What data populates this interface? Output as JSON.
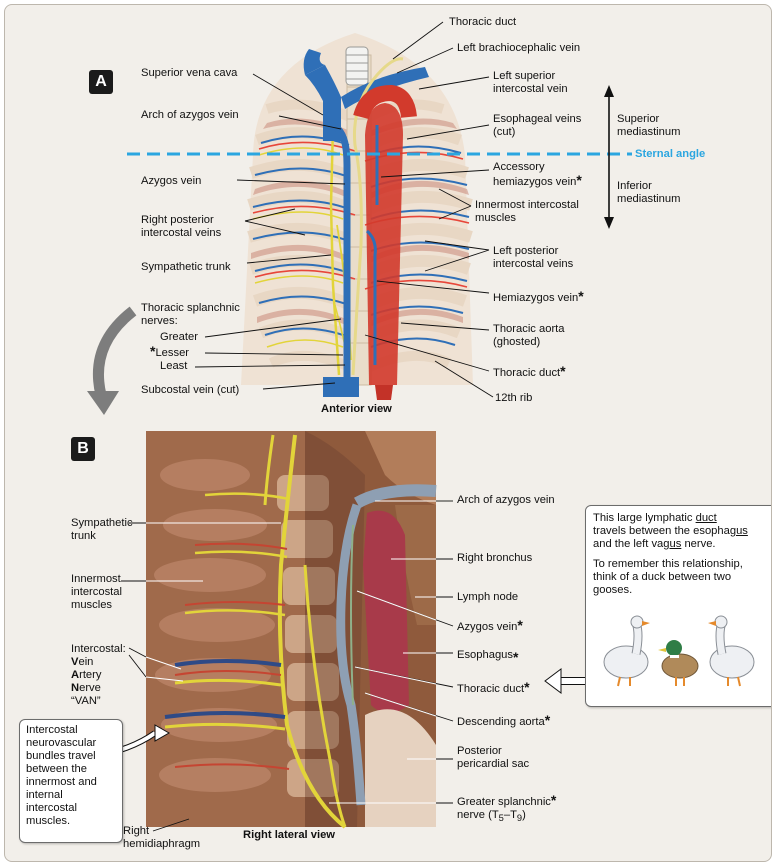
{
  "panel_a": {
    "badge": "A",
    "caption": "Anterior view",
    "labels": {
      "thoracic_duct_top": "Thoracic duct",
      "left_brachiocephalic_vein": "Left brachiocephalic vein",
      "superior_vena_cava": "Superior vena cava",
      "left_superior_intercostal_vein": [
        "Left superior",
        "intercostal vein"
      ],
      "arch_of_azygos_vein": "Arch of azygos vein",
      "esophageal_veins": [
        "Esophageal veins",
        "(cut)"
      ],
      "superior_mediastinum": [
        "Superior",
        "mediastinum"
      ],
      "sternal_angle": "Sternal angle",
      "accessory_hemiazygos_vein": [
        "Accessory",
        "hemiazygos vein"
      ],
      "azygos_vein": "Azygos vein",
      "inferior_mediastinum": [
        "Inferior",
        "mediastinum"
      ],
      "innermost_intercostal_muscles": [
        "Innermost intercostal",
        "muscles"
      ],
      "right_posterior_intercostal_veins": [
        "Right posterior",
        "intercostal veins"
      ],
      "left_posterior_intercostal_veins": [
        "Left posterior",
        "intercostal veins"
      ],
      "sympathetic_trunk": "Sympathetic trunk",
      "hemiazygos_vein": "Hemiazygos vein",
      "thoracic_splanchnic_nerves": [
        "Thoracic splanchnic",
        "nerves:"
      ],
      "greater": "Greater",
      "lesser": "Lesser",
      "least": "Least",
      "thoracic_aorta": [
        "Thoracic aorta",
        "(ghosted)"
      ],
      "thoracic_duct_bottom": "Thoracic duct",
      "subcostal_vein": "Subcostal vein (cut)",
      "rib_12": "12th rib"
    }
  },
  "panel_b": {
    "badge": "B",
    "caption": "Right lateral view",
    "labels": {
      "arch_of_azygos_vein": "Arch of azygos vein",
      "sympathetic_trunk": [
        "Sympathetic",
        "trunk"
      ],
      "right_bronchus": "Right bronchus",
      "innermost_intercostal_muscles": [
        "Innermost",
        "intercostal",
        "muscles"
      ],
      "lymph_node": "Lymph node",
      "azygos_vein": "Azygos vein",
      "esophagus": "Esophagus",
      "intercostal_heading": "Intercostal:",
      "van_vein": [
        "V",
        "ein"
      ],
      "van_artery": [
        "A",
        "rtery"
      ],
      "van_nerve": [
        "N",
        "erve"
      ],
      "van_abbrev": "“VAN”",
      "thoracic_duct": "Thoracic duct",
      "descending_aorta": "Descending aorta",
      "posterior_pericardial_sac": [
        "Posterior",
        "pericardial sac"
      ],
      "greater_splanchnic_nerve": [
        "Greater splanchnic",
        "nerve (T",
        "5",
        "–T",
        "9",
        ")"
      ],
      "right_hemidiaphragm": [
        "Right",
        "hemidiaphragm"
      ]
    },
    "note_left": [
      "Intercostal",
      "neurovascular",
      "bundles travel",
      "between the",
      "innermost and",
      "internal",
      "intercostal",
      "muscles."
    ],
    "note_right": {
      "lines": [
        [
          "This large lymphatic ",
          "duct",
          ""
        ],
        [
          "travels between the esopha",
          "gus",
          ""
        ],
        [
          "and the left va",
          "gus",
          " nerve."
        ]
      ],
      "mnemonic": [
        "To remember this relationship,",
        "think of a duck between two",
        "gooses."
      ]
    }
  },
  "asterisk": "*",
  "colors": {
    "sternal_angle": "#2ba6e0",
    "vein_blue": "#2f6fb7",
    "aorta_red": "#d23a2c",
    "nerve_yellow": "#e2d43a",
    "tissue": "#8f5a3c"
  }
}
